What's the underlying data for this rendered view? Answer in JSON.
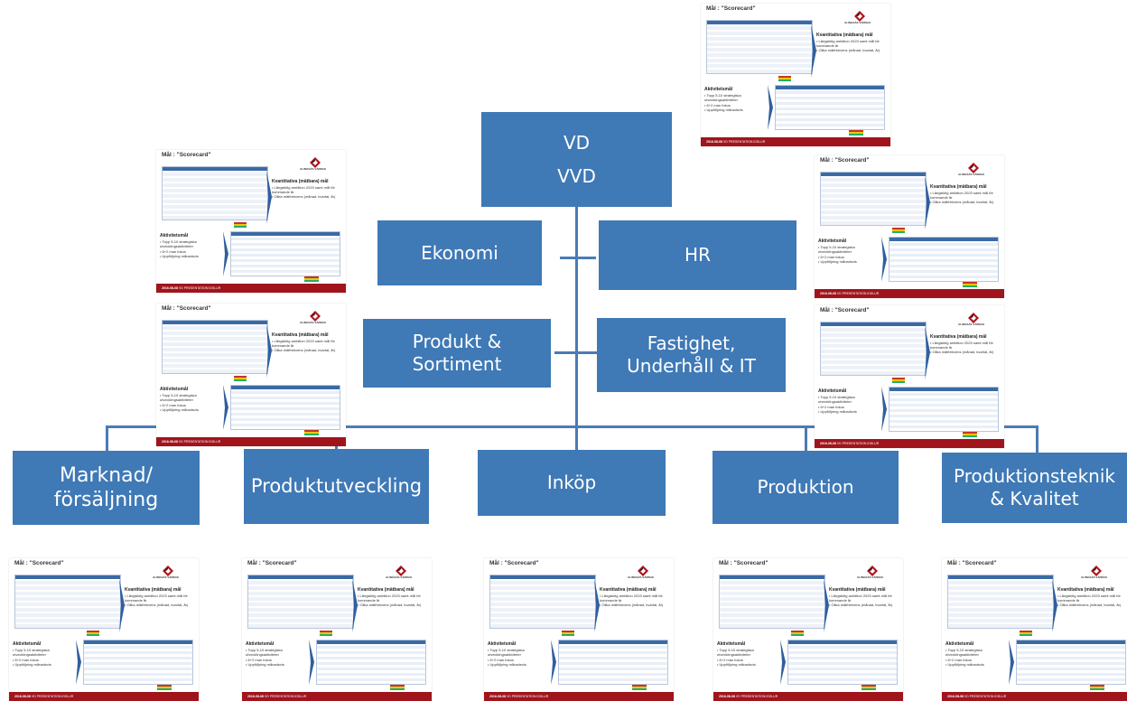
{
  "org": {
    "vd": "VD",
    "vvd": "VVD",
    "ekonomi": "Ekonomi",
    "hr": "HR",
    "produkt_line1": "Produkt &",
    "produkt_line2": "Sortiment",
    "fastighet_line1": "Fastighet,",
    "fastighet_line2": "Underhåll & IT",
    "marknad_line1": "Marknad/",
    "marknad_line2": "försäljning",
    "produktutveckling": "Produktutveckling",
    "inkop": "Inköp",
    "produktion": "Produktion",
    "produktionsteknik_line1": "Produktionsteknik",
    "produktionsteknik_line2": "& Kvalitet"
  },
  "thumbnail": {
    "title": "Mål : \"Scorecard\"",
    "quant_title": "Kvantitativa (mätbara) mål",
    "quant_items": [
      "Långsiktig ambition 2023 samt mål för kommande år",
      "Olika mätfrekvens (månad, kvartal, år)"
    ],
    "activity_title": "Aktivitetsmål",
    "activity_items": [
      "Topp 5-10 strategiska utvecklingsaktiviteter",
      "6+2 man fokus",
      "Uppföljning månadsvis"
    ],
    "footer_date": "2016-08-08",
    "footer_text": "VD PRESENTATION IDSLUR",
    "logo_text": "ALINGSÅS VÄRNAS"
  },
  "colors": {
    "box_fill": "#3f79b6",
    "connector": "#4a7bb5",
    "footer_red": "#a0141c",
    "table_header": "#3a6aa5"
  }
}
